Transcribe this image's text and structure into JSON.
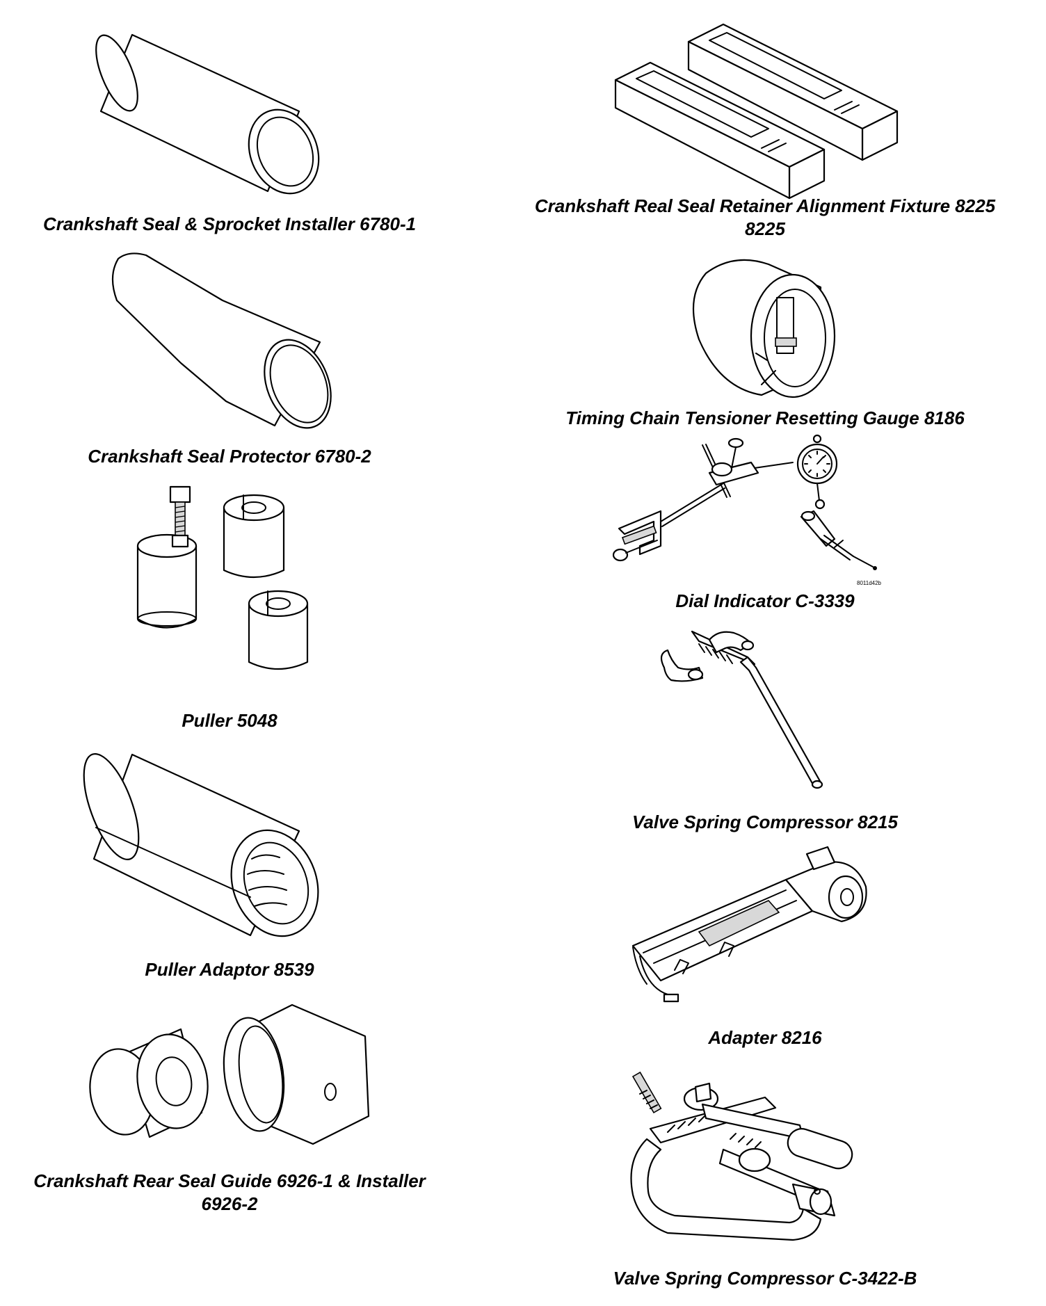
{
  "figure_code": "8011d42b",
  "tools": [
    {
      "caption": "Crankshaft Seal & Sprocket Installer 6780-1"
    },
    {
      "caption": "Crankshaft Real Seal Retainer Alignment Fixture 8225"
    },
    {
      "caption": "Crankshaft Seal Protector 6780-2"
    },
    {
      "caption": "Timing Chain Tensioner Resetting Gauge 8186"
    },
    {
      "caption": "Puller 5048"
    },
    {
      "caption": "Dial Indicator C-3339"
    },
    {
      "caption": "Puller Adaptor 8539"
    },
    {
      "caption": "Valve Spring Compressor 8215"
    },
    {
      "caption": "Crankshaft Rear Seal Guide 6926-1 & Installer"
    },
    {
      "caption": "Adapter 8216"
    },
    {
      "caption": "Valve Spring Compressor C-3422-B"
    }
  ],
  "caption_continuations": {
    "alignment_fixture_line2": "8225",
    "rear_seal_guide_line2": "6926-2"
  }
}
